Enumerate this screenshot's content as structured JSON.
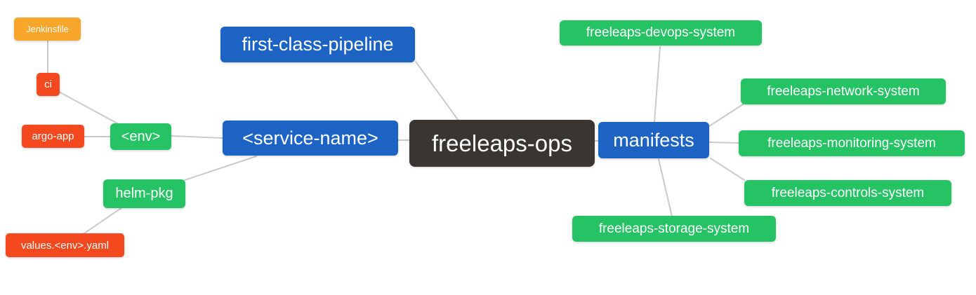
{
  "diagram_title": "freeleaps-ops mind map",
  "colors": {
    "blue": "#1c63c4",
    "green": "#26c365",
    "red": "#f4491f",
    "orange": "#f7a52b",
    "dark": "#3a3531",
    "line": "#cacaca",
    "text": "#ffffff"
  },
  "nodes": [
    {
      "id": "jenkinsfile",
      "label": "Jenkinsfile",
      "color": "orange"
    },
    {
      "id": "ci",
      "label": "ci",
      "color": "red"
    },
    {
      "id": "argo-app",
      "label": "argo-app",
      "color": "red"
    },
    {
      "id": "env",
      "label": "<env>",
      "color": "green"
    },
    {
      "id": "helm-pkg",
      "label": "helm-pkg",
      "color": "green"
    },
    {
      "id": "values-env-yaml",
      "label": "values.<env>.yaml",
      "color": "red"
    },
    {
      "id": "first-class-pipeline",
      "label": "first-class-pipeline",
      "color": "blue"
    },
    {
      "id": "service-name",
      "label": "<service-name>",
      "color": "blue"
    },
    {
      "id": "freeleaps-ops",
      "label": "freeleaps-ops",
      "color": "dark"
    },
    {
      "id": "manifests",
      "label": "manifests",
      "color": "blue"
    },
    {
      "id": "freeleaps-devops-system",
      "label": "freeleaps-devops-system",
      "color": "green"
    },
    {
      "id": "freeleaps-network-system",
      "label": "freeleaps-network-system",
      "color": "green"
    },
    {
      "id": "freeleaps-monitoring-system",
      "label": "freeleaps-monitoring-system",
      "color": "green"
    },
    {
      "id": "freeleaps-controls-system",
      "label": "freeleaps-controls-system",
      "color": "green"
    },
    {
      "id": "freeleaps-storage-system",
      "label": "freeleaps-storage-system",
      "color": "green"
    }
  ],
  "edges": [
    {
      "from": "jenkinsfile",
      "to": "ci"
    },
    {
      "from": "ci",
      "to": "env"
    },
    {
      "from": "argo-app",
      "to": "env"
    },
    {
      "from": "env",
      "to": "service-name"
    },
    {
      "from": "helm-pkg",
      "to": "service-name"
    },
    {
      "from": "values-env-yaml",
      "to": "helm-pkg"
    },
    {
      "from": "first-class-pipeline",
      "to": "freeleaps-ops"
    },
    {
      "from": "service-name",
      "to": "freeleaps-ops"
    },
    {
      "from": "freeleaps-ops",
      "to": "manifests"
    },
    {
      "from": "manifests",
      "to": "freeleaps-devops-system"
    },
    {
      "from": "manifests",
      "to": "freeleaps-network-system"
    },
    {
      "from": "manifests",
      "to": "freeleaps-monitoring-system"
    },
    {
      "from": "manifests",
      "to": "freeleaps-controls-system"
    },
    {
      "from": "manifests",
      "to": "freeleaps-storage-system"
    }
  ]
}
